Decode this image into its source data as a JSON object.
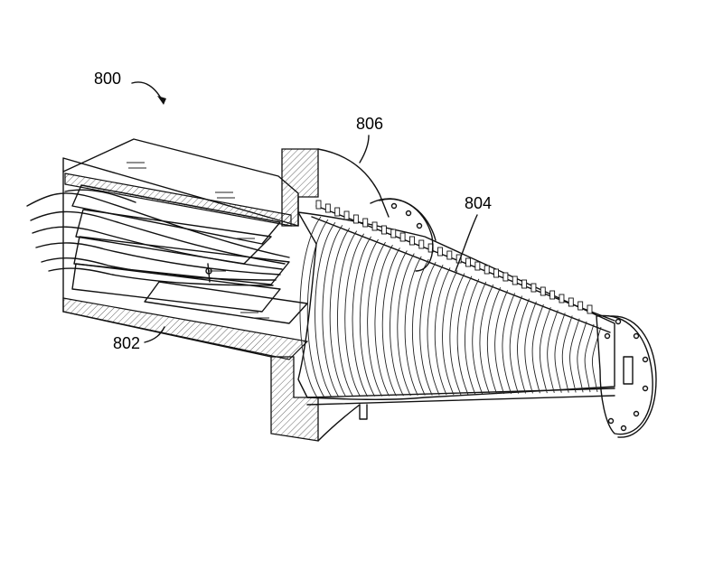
{
  "figure": {
    "labels": {
      "assembly": "800",
      "input_section": "802",
      "horn": "804",
      "flange": "806"
    }
  }
}
